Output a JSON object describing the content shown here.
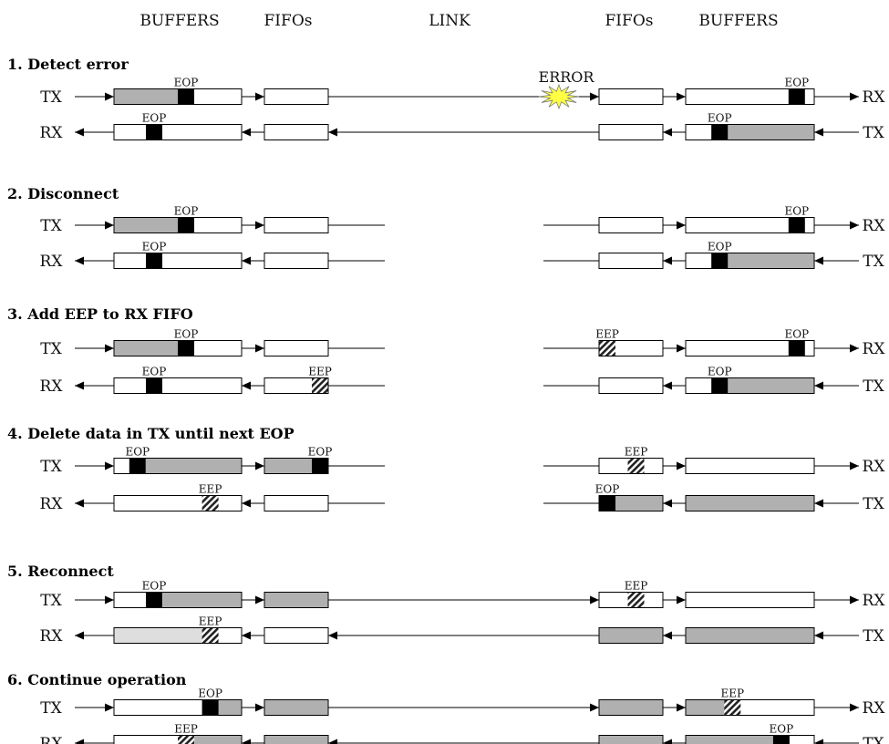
{
  "headers": {
    "left_buffers": "BUFFERS",
    "left_fifos": "FIFOs",
    "link": "LINK",
    "right_fifos": "FIFOs",
    "right_buffers": "BUFFERS"
  },
  "labels": {
    "tx": "TX",
    "rx": "RX",
    "eop": "EOP",
    "eep": "EEP",
    "error": "ERROR"
  },
  "colors": {
    "data_fill": "#b0b0b0",
    "stale_fill": "#dedede",
    "error_burst": "#ffff44",
    "eop_marker": "#000000"
  },
  "steps": [
    {
      "title": "1. Detect error",
      "link_connected": true,
      "error_indicator": true,
      "lanes": [
        {
          "left_end": "TX",
          "right_end": "RX",
          "direction": "right",
          "left_buffer": {
            "fill": "data",
            "fill_range": [
              0,
              0.5
            ],
            "marker": "EOP",
            "marker_pos": 0.5
          },
          "left_fifo": {
            "fill": "empty"
          },
          "right_fifo": {
            "fill": "empty"
          },
          "right_buffer": {
            "fill": "empty",
            "marker": "EOP",
            "marker_pos": 0.8
          }
        },
        {
          "left_end": "RX",
          "right_end": "TX",
          "direction": "left",
          "left_buffer": {
            "fill": "empty",
            "marker": "EOP",
            "marker_pos": 0.25
          },
          "left_fifo": {
            "fill": "empty"
          },
          "right_fifo": {
            "fill": "empty"
          },
          "right_buffer": {
            "fill": "data",
            "fill_range": [
              0.2,
              1
            ],
            "marker": "EOP",
            "marker_pos": 0.2
          }
        }
      ]
    },
    {
      "title": "2. Disconnect",
      "link_connected": false,
      "lanes": [
        {
          "left_end": "TX",
          "right_end": "RX",
          "direction": "right",
          "left_buffer": {
            "fill": "data",
            "fill_range": [
              0,
              0.5
            ],
            "marker": "EOP",
            "marker_pos": 0.5
          },
          "left_fifo": {
            "fill": "empty"
          },
          "right_fifo": {
            "fill": "empty"
          },
          "right_buffer": {
            "fill": "empty",
            "marker": "EOP",
            "marker_pos": 0.8
          }
        },
        {
          "left_end": "RX",
          "right_end": "TX",
          "direction": "left",
          "left_buffer": {
            "fill": "empty",
            "marker": "EOP",
            "marker_pos": 0.25
          },
          "left_fifo": {
            "fill": "empty"
          },
          "right_fifo": {
            "fill": "empty"
          },
          "right_buffer": {
            "fill": "data",
            "fill_range": [
              0.2,
              1
            ],
            "marker": "EOP",
            "marker_pos": 0.2
          }
        }
      ]
    },
    {
      "title": "3. Add EEP to RX FIFO",
      "link_connected": false,
      "lanes": [
        {
          "left_end": "TX",
          "right_end": "RX",
          "direction": "right",
          "left_buffer": {
            "fill": "data",
            "fill_range": [
              0,
              0.5
            ],
            "marker": "EOP",
            "marker_pos": 0.5
          },
          "left_fifo": {
            "fill": "empty"
          },
          "right_fifo": {
            "fill": "empty",
            "marker": "EEP",
            "marker_pos": 0
          },
          "right_buffer": {
            "fill": "empty",
            "marker": "EOP",
            "marker_pos": 0.8
          }
        },
        {
          "left_end": "RX",
          "right_end": "TX",
          "direction": "left",
          "left_buffer": {
            "fill": "empty",
            "marker": "EOP",
            "marker_pos": 0.25
          },
          "left_fifo": {
            "fill": "empty",
            "marker": "EEP",
            "marker_pos": 0.75
          },
          "right_fifo": {
            "fill": "empty"
          },
          "right_buffer": {
            "fill": "data",
            "fill_range": [
              0.2,
              1
            ],
            "marker": "EOP",
            "marker_pos": 0.2
          }
        }
      ]
    },
    {
      "title": "4. Delete data in TX until next EOP",
      "link_connected": false,
      "lanes": [
        {
          "left_end": "TX",
          "right_end": "RX",
          "direction": "right",
          "left_buffer": {
            "fill": "data",
            "fill_range": [
              0.25,
              1
            ],
            "marker": "EOP",
            "marker_pos": 0.12
          },
          "left_fifo": {
            "fill": "data",
            "fill_range": [
              0,
              0.75
            ],
            "marker": "EOP",
            "marker_pos": 0.75
          },
          "right_fifo": {
            "fill": "empty",
            "marker": "EEP",
            "marker_pos": 0.45
          },
          "right_buffer": {
            "fill": "empty"
          }
        },
        {
          "left_end": "RX",
          "right_end": "TX",
          "direction": "left",
          "left_buffer": {
            "fill": "empty",
            "marker": "EEP",
            "marker_pos": 0.69
          },
          "left_fifo": {
            "fill": "empty"
          },
          "right_fifo": {
            "fill": "data",
            "fill_range": [
              0.25,
              1
            ],
            "marker": "EOP",
            "marker_pos": 0
          },
          "right_buffer": {
            "fill": "data",
            "fill_range": [
              0,
              1
            ]
          }
        }
      ]
    },
    {
      "title": "5. Reconnect",
      "link_connected": true,
      "lanes": [
        {
          "left_end": "TX",
          "right_end": "RX",
          "direction": "right",
          "left_buffer": {
            "fill": "data",
            "fill_range": [
              0.38,
              1
            ],
            "marker": "EOP",
            "marker_pos": 0.25
          },
          "left_fifo": {
            "fill": "data",
            "fill_range": [
              0,
              1
            ]
          },
          "right_fifo": {
            "fill": "empty",
            "marker": "EEP",
            "marker_pos": 0.45
          },
          "right_buffer": {
            "fill": "empty"
          }
        },
        {
          "left_end": "RX",
          "right_end": "TX",
          "direction": "left",
          "left_buffer": {
            "fill": "stale",
            "fill_range": [
              0,
              0.69
            ],
            "marker": "EEP",
            "marker_pos": 0.69
          },
          "left_fifo": {
            "fill": "empty"
          },
          "right_fifo": {
            "fill": "data",
            "fill_range": [
              0,
              1
            ]
          },
          "right_buffer": {
            "fill": "data",
            "fill_range": [
              0,
              1
            ]
          }
        }
      ]
    },
    {
      "title": "6. Continue operation",
      "link_connected": true,
      "lanes": [
        {
          "left_end": "TX",
          "right_end": "RX",
          "direction": "right",
          "left_buffer": {
            "fill": "data",
            "fill_range": [
              0.81,
              1
            ],
            "marker": "EOP",
            "marker_pos": 0.69
          },
          "left_fifo": {
            "fill": "data",
            "fill_range": [
              0,
              1
            ]
          },
          "right_fifo": {
            "fill": "data",
            "fill_range": [
              0,
              1
            ]
          },
          "right_buffer": {
            "fill": "data",
            "fill_range": [
              0,
              0.3
            ],
            "marker": "EEP",
            "marker_pos": 0.3
          }
        },
        {
          "left_end": "RX",
          "right_end": "TX",
          "direction": "left",
          "left_buffer": {
            "fill": "data",
            "fill_range": [
              0.63,
              1
            ],
            "marker": "EEP",
            "marker_pos": 0.5
          },
          "left_fifo": {
            "fill": "data",
            "fill_range": [
              0,
              1
            ]
          },
          "right_fifo": {
            "fill": "data",
            "fill_range": [
              0,
              1
            ]
          },
          "right_buffer": {
            "fill": "data",
            "fill_range": [
              0,
              0.68
            ],
            "marker": "EOP",
            "marker_pos": 0.68
          }
        }
      ]
    }
  ]
}
